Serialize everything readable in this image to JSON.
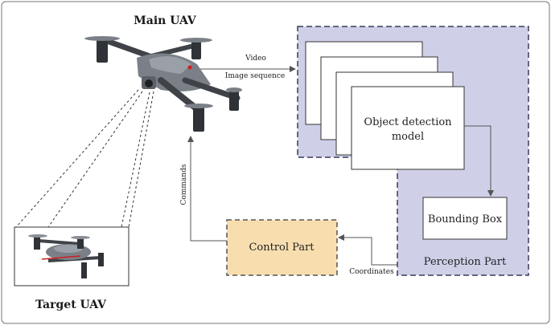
{
  "main_uav": {
    "title": "Main UAV"
  },
  "target_uav": {
    "title": "Target UAV"
  },
  "edges": {
    "video": "Video",
    "image_sequence": "Image sequence",
    "commands": "Commands",
    "coordinates": "Coordinates"
  },
  "perception": {
    "label": "Perception Part",
    "model_line1": "Object detection",
    "model_line2": "model",
    "bbox": "Bounding Box"
  },
  "control": {
    "label": "Control Part"
  },
  "colors": {
    "perception_fill": "#cfd0e8",
    "perception_border": "#3a3a5a",
    "control_fill": "#f8deaf",
    "control_border": "#555555",
    "drone_body": "#7b8088"
  }
}
